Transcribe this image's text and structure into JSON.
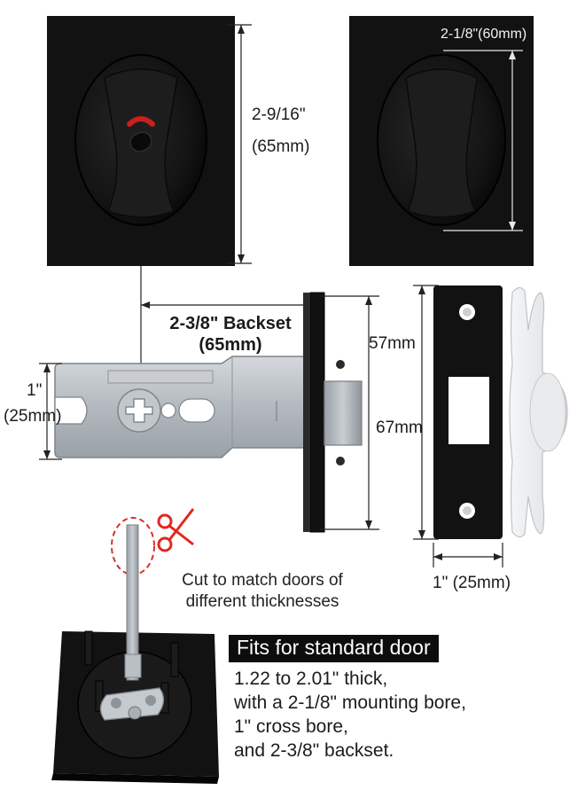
{
  "labels": {
    "height_in": "2-9/16\"",
    "height_mm": "(65mm)",
    "width_label": "2-1/8\"(60mm)",
    "backset_line1": "2-3/8\" Backset",
    "backset_line2": "(65mm)",
    "latch_height": "57mm",
    "strike_height": "67mm",
    "latch_width_in": "1\"",
    "latch_width_mm": "(25mm)",
    "strike_width": "1\"  (25mm)"
  },
  "cut_note": {
    "line1": "Cut to match doors of",
    "line2": "different thicknesses"
  },
  "fits": {
    "title": "Fits for standard door",
    "lines": [
      "1.22 to 2.01\" thick,",
      "with a 2-1/8\"  mounting bore,",
      "1\" cross bore,",
      "and 2-3/8\" backset."
    ]
  },
  "colors": {
    "plate": "#121212",
    "indicator": "#c8201e",
    "steel": "#b9bfc4",
    "scissors": "#e0281f",
    "dashed_circle": "#d9302a"
  }
}
